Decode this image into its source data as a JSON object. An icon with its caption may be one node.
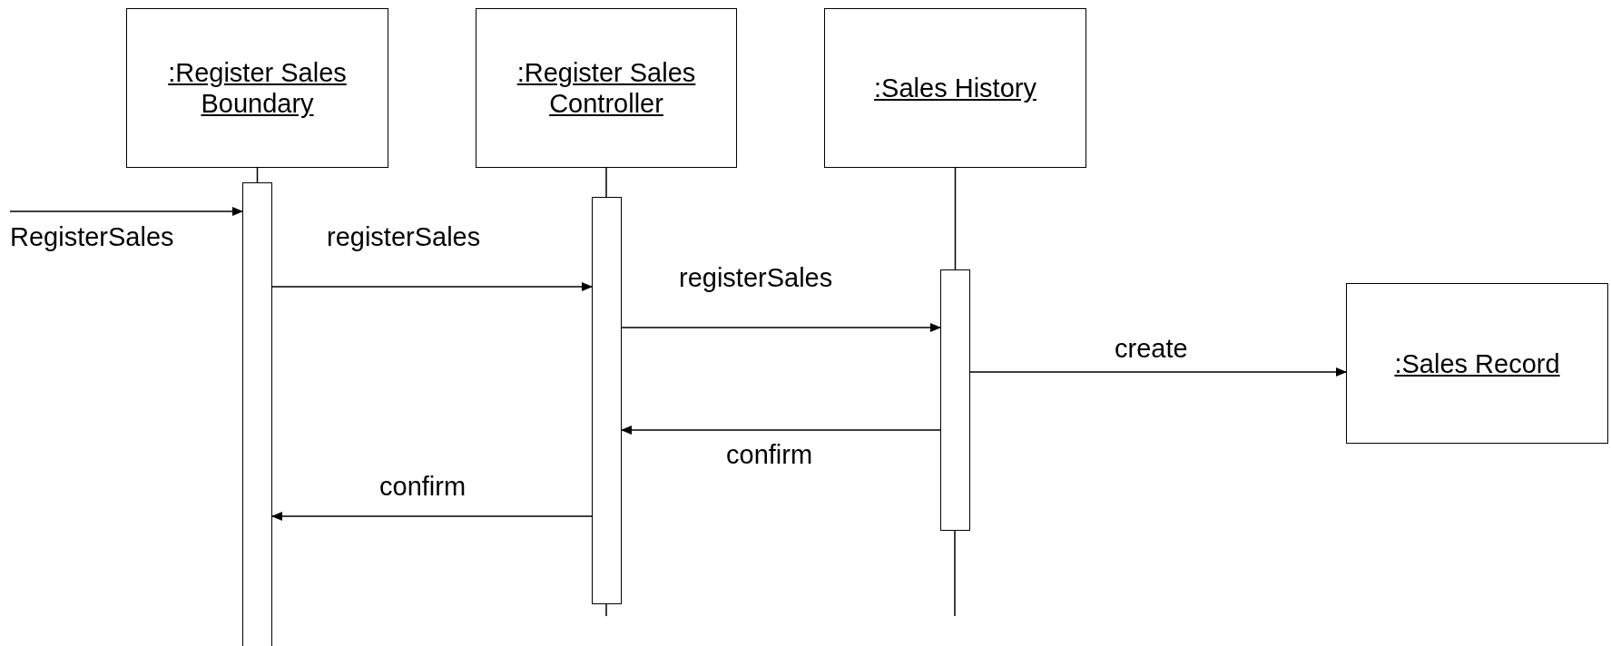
{
  "diagram": {
    "nodes": [
      {
        "text": [
          ":Register Sales Boundary"
        ]
      },
      {
        "text": [
          ":Register Sales Controller"
        ]
      },
      {
        "text": [
          ":Sales History"
        ]
      },
      {
        "text": [
          ":Sales Record"
        ]
      },
      {
        "text": [],
        "shape": "bar"
      },
      {
        "text": [],
        "shape": "bar"
      },
      {
        "text": [],
        "shape": "bar"
      }
    ],
    "edges": [
      {
        "from": 0,
        "to": 4,
        "arrow": "none"
      },
      {
        "from": 1,
        "to": 5,
        "arrow": "none"
      },
      {
        "from": 2,
        "to": 6,
        "arrow": "none"
      },
      {
        "from": null,
        "to": 4,
        "arrow": "to",
        "label": "RegisterSales"
      },
      {
        "from": 4,
        "to": 5,
        "arrow": "to",
        "label": "registerSales"
      },
      {
        "from": 5,
        "to": 6,
        "arrow": "to",
        "label": "registerSales"
      },
      {
        "from": 6,
        "to": 3,
        "arrow": "to",
        "label": "create"
      },
      {
        "from": 6,
        "to": 5,
        "arrow": "to",
        "label": "confirm"
      },
      {
        "from": 5,
        "to": 4,
        "arrow": "to",
        "label": "confirm"
      }
    ]
  }
}
